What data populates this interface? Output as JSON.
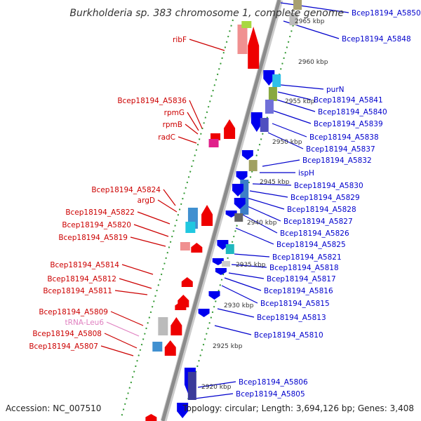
{
  "title": "Burkholderia sp. 383 chromosome 1, complete genome",
  "accession": "Accession: NC_007510",
  "topology": "Topology: circular; Length: 3,694,126 bp; Genes: 3,408",
  "colors": {
    "forward_label": "#cc0000",
    "reverse_label": "#0000cc",
    "trna_label": "#e080c0",
    "forward_gene": "#ee0000",
    "reverse_gene": "#0000ee",
    "backbone": "#999999",
    "tick": "#339933"
  },
  "ticks": [
    {
      "label": "2965 kbp"
    },
    {
      "label": "2960 kbp"
    },
    {
      "label": "2955 kbp"
    },
    {
      "label": "2950 kbp"
    },
    {
      "label": "2945 kbp"
    },
    {
      "label": "2940 kbp"
    },
    {
      "label": "2935 kbp"
    },
    {
      "label": "2930 kbp"
    },
    {
      "label": "2925 kbp"
    },
    {
      "label": "2920 kbp"
    }
  ],
  "left_labels": [
    {
      "text": "ribF",
      "kind": "forward"
    },
    {
      "text": "Bcep18194_A5836",
      "kind": "forward"
    },
    {
      "text": "rpmG",
      "kind": "forward"
    },
    {
      "text": "rpmB",
      "kind": "forward"
    },
    {
      "text": "radC",
      "kind": "forward"
    },
    {
      "text": "Bcep18194_A5824",
      "kind": "forward"
    },
    {
      "text": "argD",
      "kind": "forward"
    },
    {
      "text": "Bcep18194_A5822",
      "kind": "forward"
    },
    {
      "text": "Bcep18194_A5820",
      "kind": "forward"
    },
    {
      "text": "Bcep18194_A5819",
      "kind": "forward"
    },
    {
      "text": "Bcep18194_A5814",
      "kind": "forward"
    },
    {
      "text": "Bcep18194_A5812",
      "kind": "forward"
    },
    {
      "text": "Bcep18194_A5811",
      "kind": "forward"
    },
    {
      "text": "Bcep18194_A5809",
      "kind": "forward"
    },
    {
      "text": "tRNA-Leu6",
      "kind": "trna"
    },
    {
      "text": "Bcep18194_A5808",
      "kind": "forward"
    },
    {
      "text": "Bcep18194_A5807",
      "kind": "forward"
    }
  ],
  "right_labels": [
    {
      "text": "Bcep18194_A5850"
    },
    {
      "text": "Bcep18194_A5848"
    },
    {
      "text": "purN"
    },
    {
      "text": "Bcep18194_A5841"
    },
    {
      "text": "Bcep18194_A5840"
    },
    {
      "text": "Bcep18194_A5839"
    },
    {
      "text": "Bcep18194_A5838"
    },
    {
      "text": "Bcep18194_A5837"
    },
    {
      "text": "Bcep18194_A5832"
    },
    {
      "text": "ispH"
    },
    {
      "text": "Bcep18194_A5830"
    },
    {
      "text": "Bcep18194_A5829"
    },
    {
      "text": "Bcep18194_A5828"
    },
    {
      "text": "Bcep18194_A5827"
    },
    {
      "text": "Bcep18194_A5826"
    },
    {
      "text": "Bcep18194_A5825"
    },
    {
      "text": "Bcep18194_A5821"
    },
    {
      "text": "Bcep18194_A5818"
    },
    {
      "text": "Bcep18194_A5817"
    },
    {
      "text": "Bcep18194_A5816"
    },
    {
      "text": "Bcep18194_A5815"
    },
    {
      "text": "Bcep18194_A5813"
    },
    {
      "text": "Bcep18194_A5810"
    },
    {
      "text": "Bcep18194_A5806"
    },
    {
      "text": "Bcep18194_A5805"
    }
  ]
}
